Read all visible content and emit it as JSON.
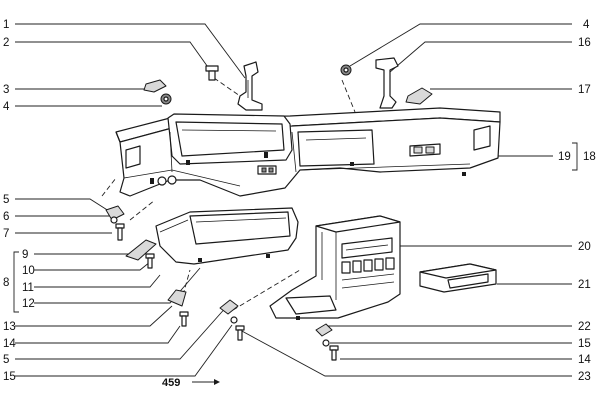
{
  "labels_left": [
    {
      "id": "l1",
      "text": "1"
    },
    {
      "id": "l2",
      "text": "2"
    },
    {
      "id": "l3",
      "text": "3"
    },
    {
      "id": "l4",
      "text": "4"
    },
    {
      "id": "l5a",
      "text": "5"
    },
    {
      "id": "l6",
      "text": "6"
    },
    {
      "id": "l7",
      "text": "7"
    },
    {
      "id": "l9",
      "text": "9"
    },
    {
      "id": "l8",
      "text": "8"
    },
    {
      "id": "l10",
      "text": "10"
    },
    {
      "id": "l11",
      "text": "11"
    },
    {
      "id": "l12",
      "text": "12"
    },
    {
      "id": "l13",
      "text": "13"
    },
    {
      "id": "l14a",
      "text": "14"
    },
    {
      "id": "l5b",
      "text": "5"
    },
    {
      "id": "l15a",
      "text": "15"
    }
  ],
  "labels_right": [
    {
      "id": "r4",
      "text": "4"
    },
    {
      "id": "r16",
      "text": "16"
    },
    {
      "id": "r17",
      "text": "17"
    },
    {
      "id": "r19",
      "text": "19"
    },
    {
      "id": "r18",
      "text": "18"
    },
    {
      "id": "r20",
      "text": "20"
    },
    {
      "id": "r21",
      "text": "21"
    },
    {
      "id": "r22",
      "text": "22"
    },
    {
      "id": "r15",
      "text": "15"
    },
    {
      "id": "r14",
      "text": "14"
    },
    {
      "id": "r23",
      "text": "23"
    }
  ],
  "footer": {
    "page_ref": "459",
    "arrow": "→"
  }
}
